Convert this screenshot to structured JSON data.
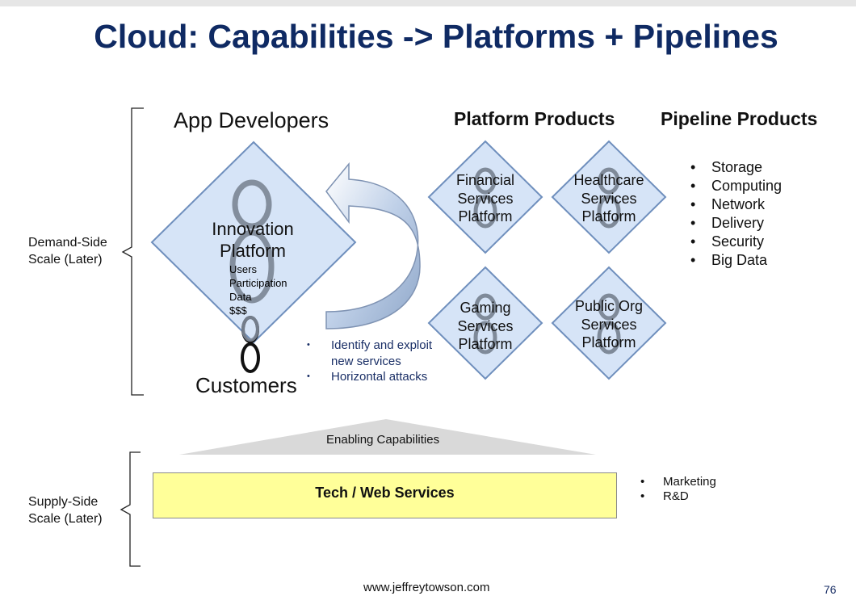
{
  "title": "Cloud: Capabilities -> Platforms + Pipelines",
  "demand_label": [
    "Demand-Side",
    "Scale (Later)"
  ],
  "supply_label": [
    "Supply-Side",
    "Scale (Later)"
  ],
  "app_developers": "App Developers",
  "customers": "Customers",
  "innovation_platform": {
    "title": [
      "Innovation",
      "Platform"
    ],
    "items": [
      "Users",
      "Participation",
      "Data",
      "$$$"
    ]
  },
  "platform_products": {
    "heading": "Platform Products",
    "items": [
      {
        "lines": [
          "Financial",
          "Services",
          "Platform"
        ]
      },
      {
        "lines": [
          "Healthcare",
          "Services",
          "Platform"
        ]
      },
      {
        "lines": [
          "Gaming",
          "Services",
          "Platform"
        ]
      },
      {
        "lines": [
          "Public Org",
          "Services",
          "Platform"
        ]
      }
    ]
  },
  "pipeline_products": {
    "heading": "Pipeline Products",
    "items": [
      "Storage",
      "Computing",
      "Network",
      "Delivery",
      "Security",
      "Big Data"
    ]
  },
  "identify_list": [
    "Identify and exploit new services",
    "Horizontal attacks"
  ],
  "enabling_capabilities": "Enabling Capabilities",
  "tech_web_services": "Tech / Web Services",
  "supply_list": [
    "Marketing",
    "R&D"
  ],
  "footer_url": "www.jeffreytowson.com",
  "page_number": "76",
  "colors": {
    "title": "#0f2a63",
    "diamond_fill": "#d6e4f7",
    "diamond_stroke": "#6f8fbd",
    "arrow_fill": "#a9bedb",
    "tech_fill": "#ffff99",
    "triangle_fill": "#d9d9d9",
    "infinity_fill": "#7f8a99"
  }
}
